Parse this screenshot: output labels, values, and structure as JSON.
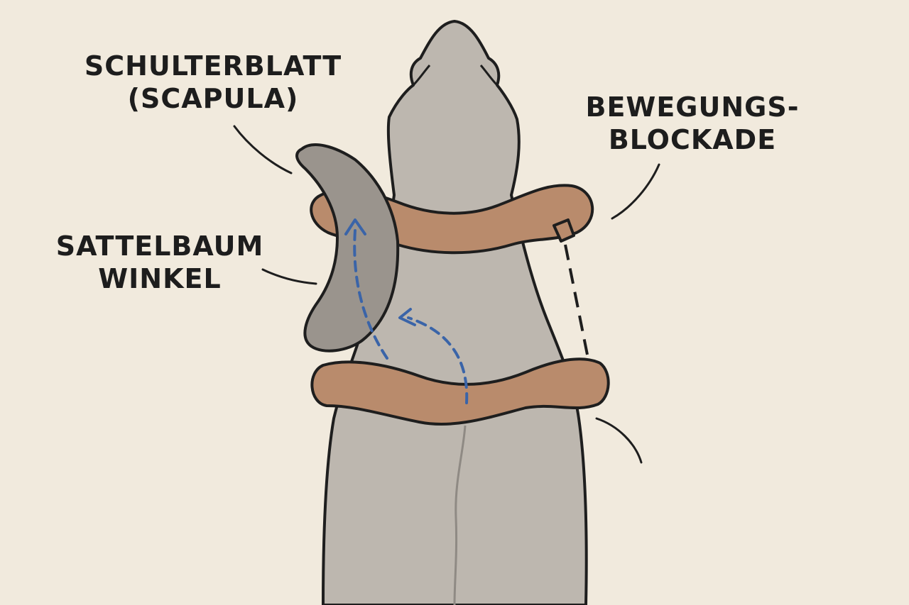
{
  "labels": {
    "scapula": {
      "line1": "SCHULTERBLATT",
      "line2": "(SCAPULA)"
    },
    "saddle_tree": {
      "line1": "SATTELBAUM",
      "line2": "WINKEL"
    },
    "movement_block": {
      "line1": "BEWEGUNGS-",
      "line2": "BLOCKADE"
    }
  },
  "colors": {
    "background": "#f1eadd",
    "horse_body": "#bdb7af",
    "outline": "#1e1e1e",
    "scapula": "#9a948d",
    "saddle": "#b98b6c",
    "arrow": "#3a64a8",
    "spine": "#8f8a84"
  }
}
